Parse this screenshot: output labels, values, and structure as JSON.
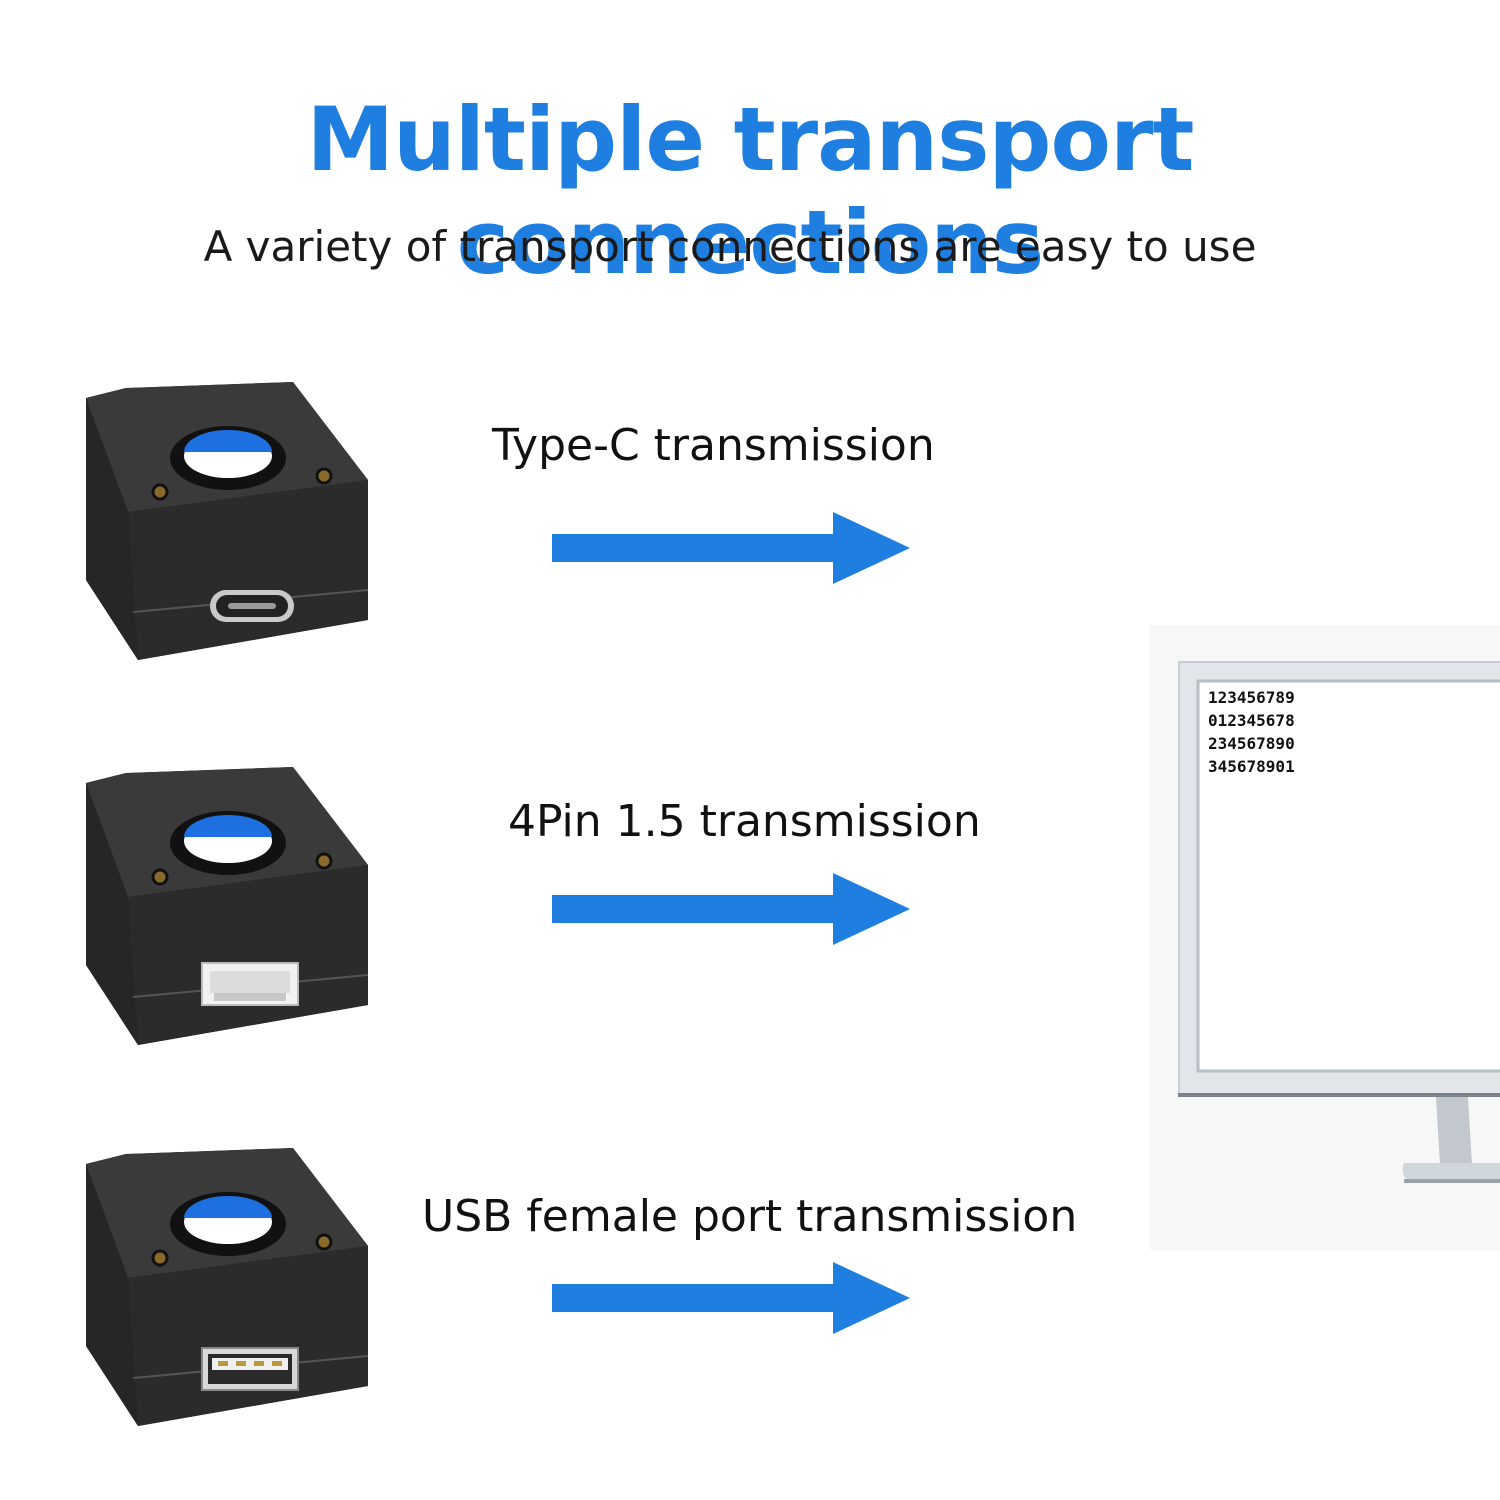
{
  "header": {
    "title": "Multiple transport connections",
    "subtitle": "A variety of transport connections are easy to use"
  },
  "connections": [
    {
      "label": "Type-C transmission",
      "port_icon": "usb-c-port-icon"
    },
    {
      "label": "4Pin 1.5 transmission",
      "port_icon": "4pin-connector-icon"
    },
    {
      "label": "USB female port transmission",
      "port_icon": "usb-a-port-icon"
    }
  ],
  "monitor": {
    "lines": [
      "123456789",
      "012345678",
      "234567890",
      "345678901"
    ]
  },
  "colors": {
    "accent": "#1e7fe0",
    "device_body": "#2b2b2b",
    "lens_blue": "#1e6fe0"
  }
}
